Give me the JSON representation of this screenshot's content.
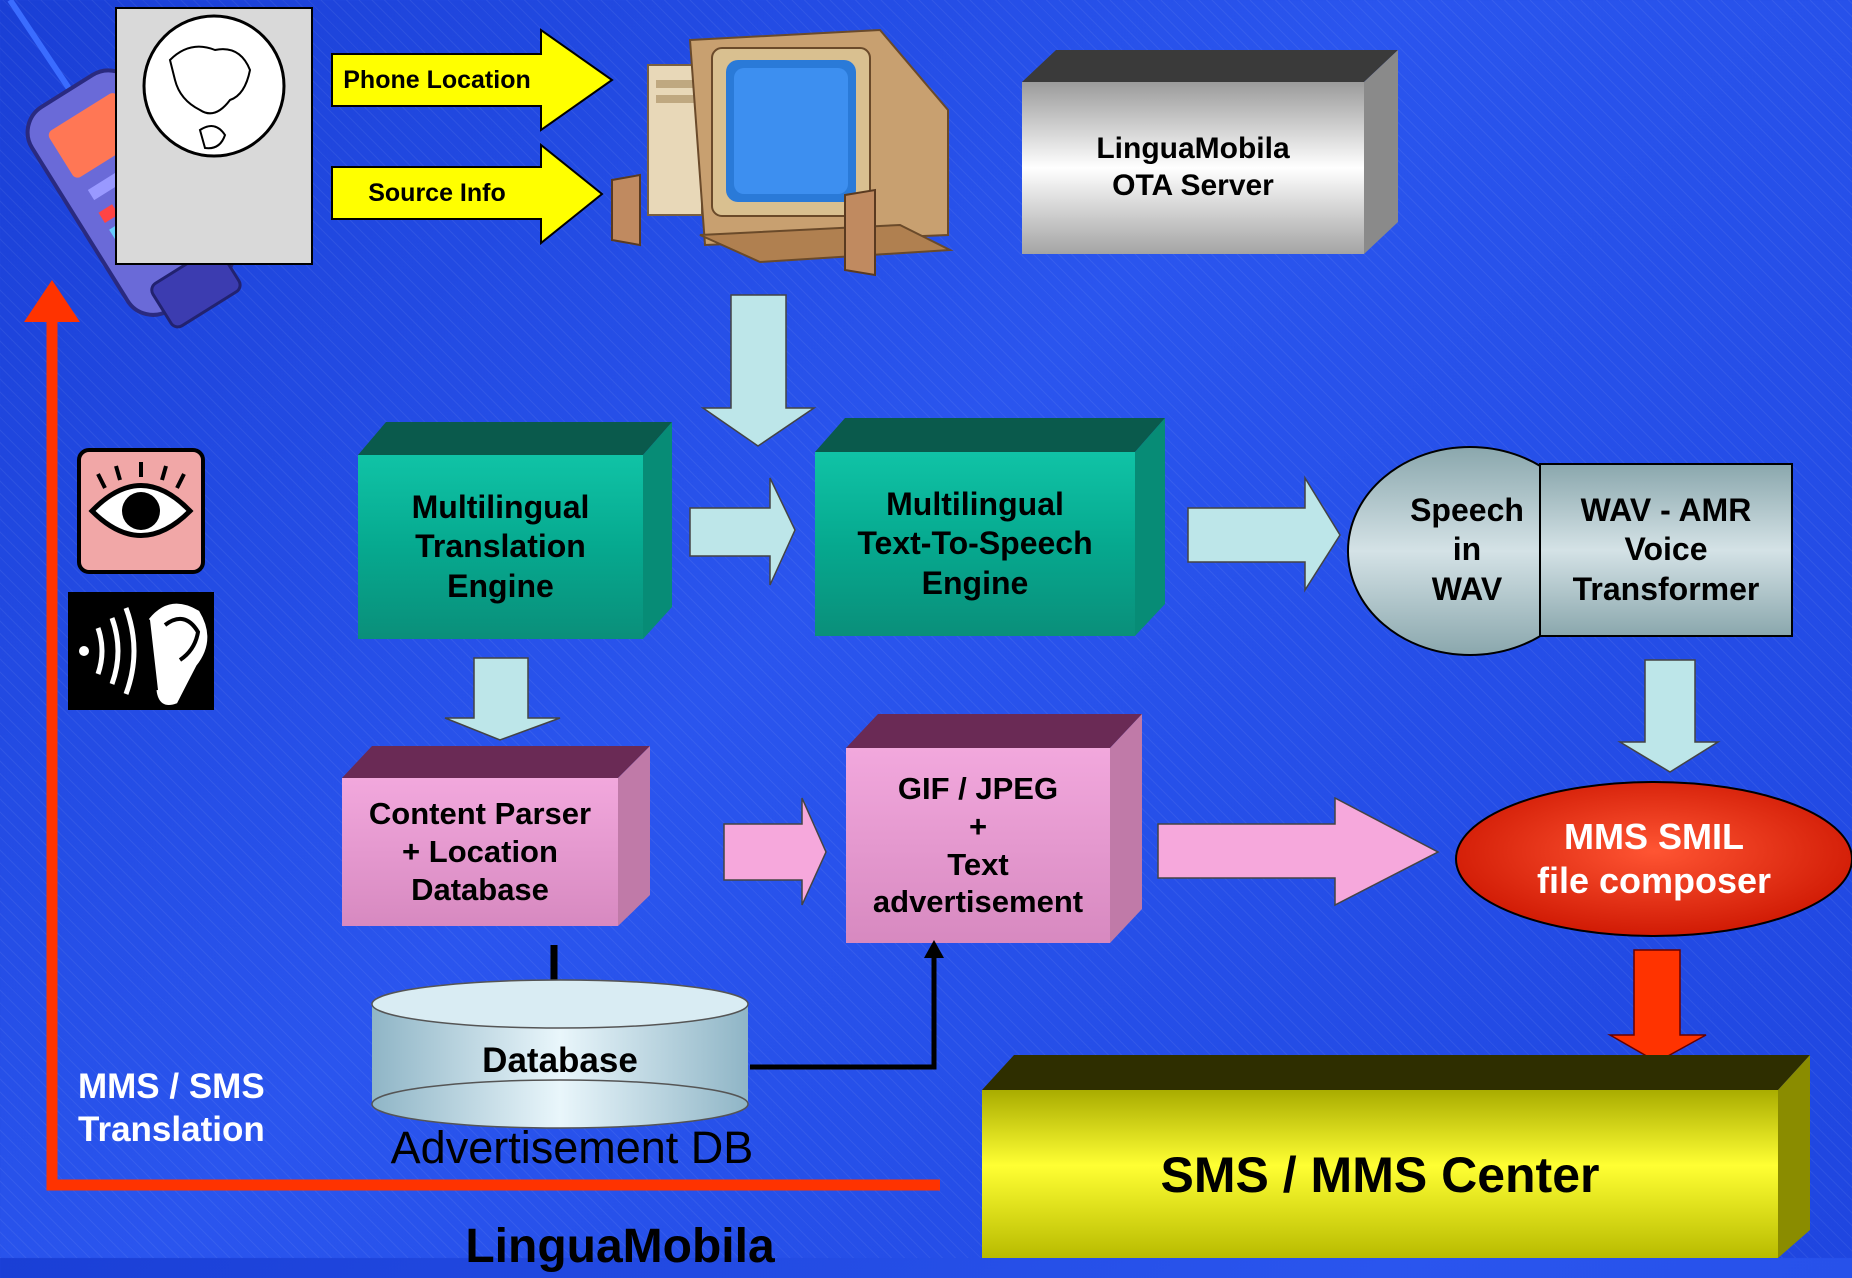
{
  "arrows": {
    "phone_location": "Phone Location",
    "source_info": "Source Info"
  },
  "nodes": {
    "ota_server": "LinguaMobila\nOTA Server",
    "translation_engine": "Multilingual\nTranslation\nEngine",
    "tts_engine": "Multilingual\nText-To-Speech\nEngine",
    "speech_wav": "Speech\nin\nWAV",
    "wav_amr": "WAV - AMR\nVoice\nTransformer",
    "content_parser": "Content Parser\n+ Location\nDatabase",
    "gif_jpeg": "GIF / JPEG\n+\nText\nadvertisement",
    "mms_smil": "MMS SMIL\nfile composer",
    "database": "Database",
    "advertisement_db": "Advertisement DB",
    "sms_mms_center": "SMS / MMS Center"
  },
  "labels": {
    "mms_sms_translation": "MMS / SMS\nTranslation",
    "bottom_title": "LinguaMobila"
  },
  "colors": {
    "background": "#2147e6",
    "teal_box": "#0aa88f",
    "pink_box": "#e99ad0",
    "yellow_arrow": "#ffff00",
    "light_arrow": "#bde6e9",
    "pink_arrow": "#f6a8dc",
    "red_line": "#ff3300",
    "mms_oval": "#e2220c",
    "center_box": "#c9cc00"
  }
}
